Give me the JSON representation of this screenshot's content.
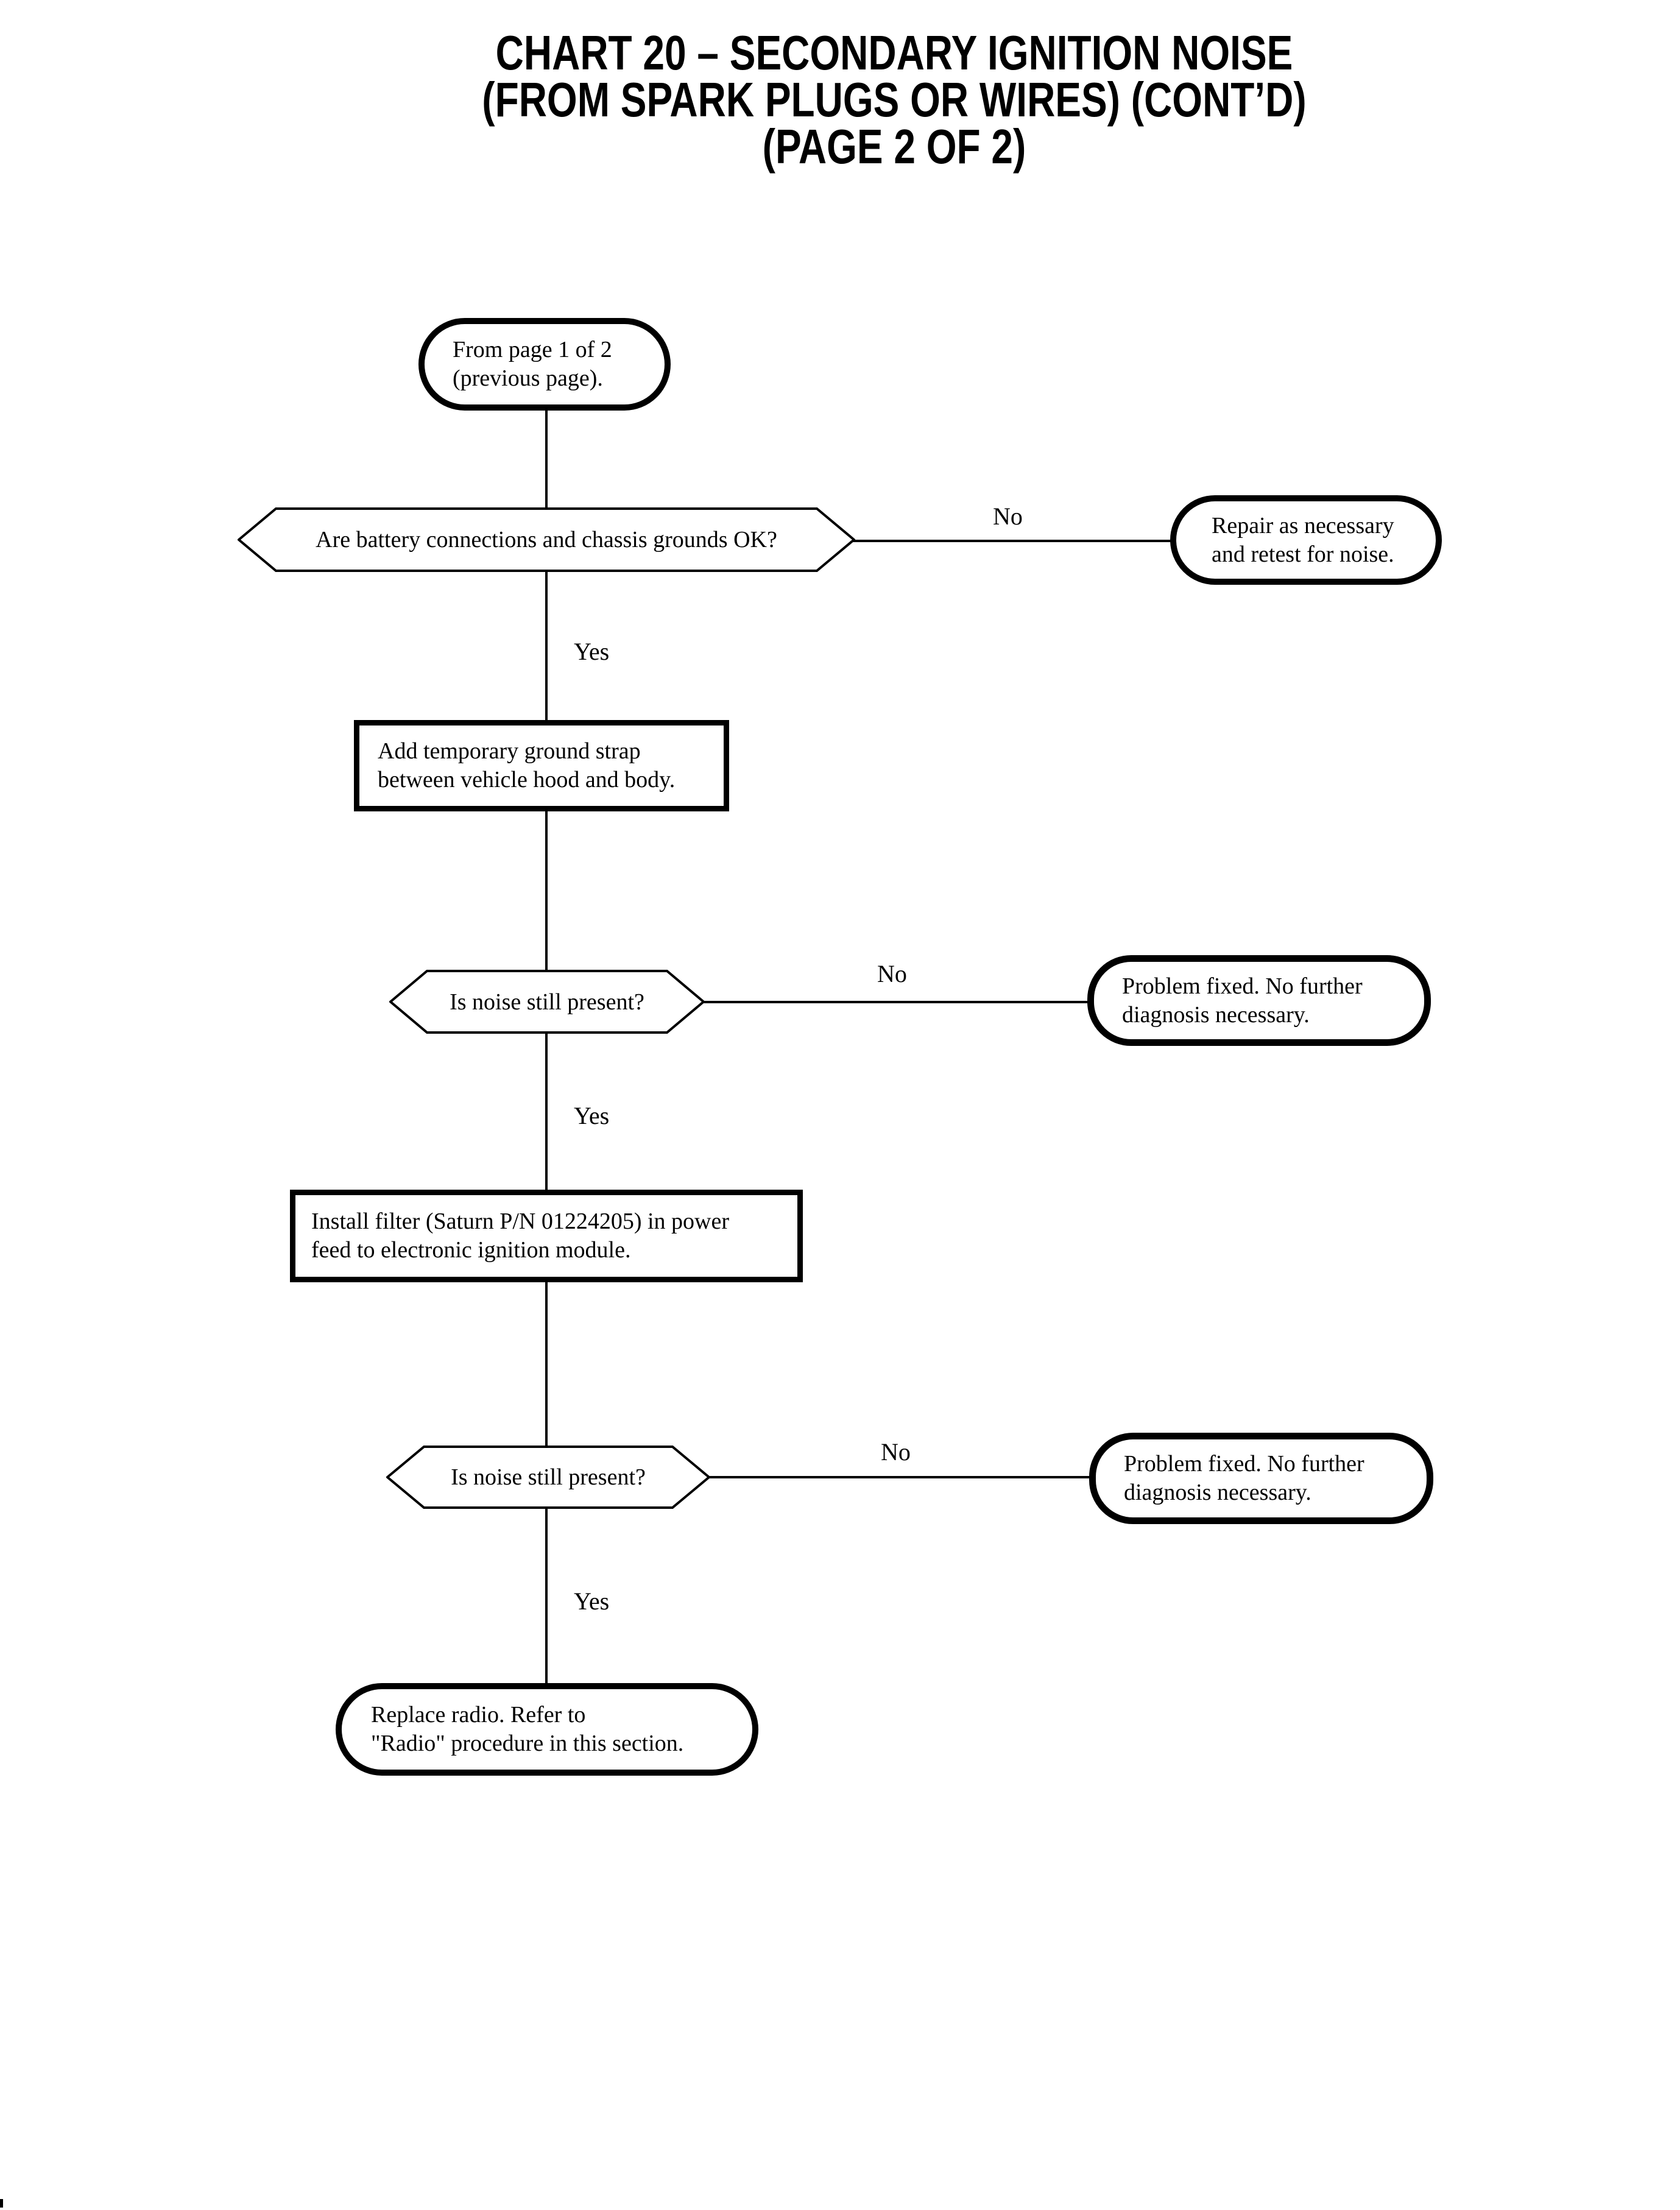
{
  "title": {
    "line1": "CHART 20 – SECONDARY IGNITION NOISE",
    "line2": "(FROM SPARK PLUGS OR WIRES) (CONT’D)",
    "line3": "(PAGE 2 OF 2)"
  },
  "nodes": {
    "start": {
      "line1": "From page 1 of 2",
      "line2": "(previous page)."
    },
    "decision1": {
      "text": "Are battery connections and chassis grounds OK?"
    },
    "repair": {
      "line1": "Repair as necessary",
      "line2": "and retest for noise."
    },
    "process1": {
      "line1": "Add temporary ground strap",
      "line2": "between vehicle hood and body."
    },
    "decision2": {
      "text": "Is noise still present?"
    },
    "fixed1": {
      "line1": "Problem fixed. No further",
      "line2": "diagnosis necessary."
    },
    "process2": {
      "line1": "Install filter (Saturn P/N 01224205) in power",
      "line2": "feed to electronic ignition module."
    },
    "decision3": {
      "text": "Is noise still present?"
    },
    "fixed2": {
      "line1": "Problem fixed. No further",
      "line2": "diagnosis necessary."
    },
    "end": {
      "line1": "Replace radio. Refer to",
      "line2": "\"Radio\" procedure in this section."
    }
  },
  "edge_labels": {
    "no1": "No",
    "yes1": "Yes",
    "no2": "No",
    "yes2": "Yes",
    "no3": "No",
    "yes3": "Yes"
  },
  "colors": {
    "ink": "#000000",
    "background": "#ffffff"
  }
}
